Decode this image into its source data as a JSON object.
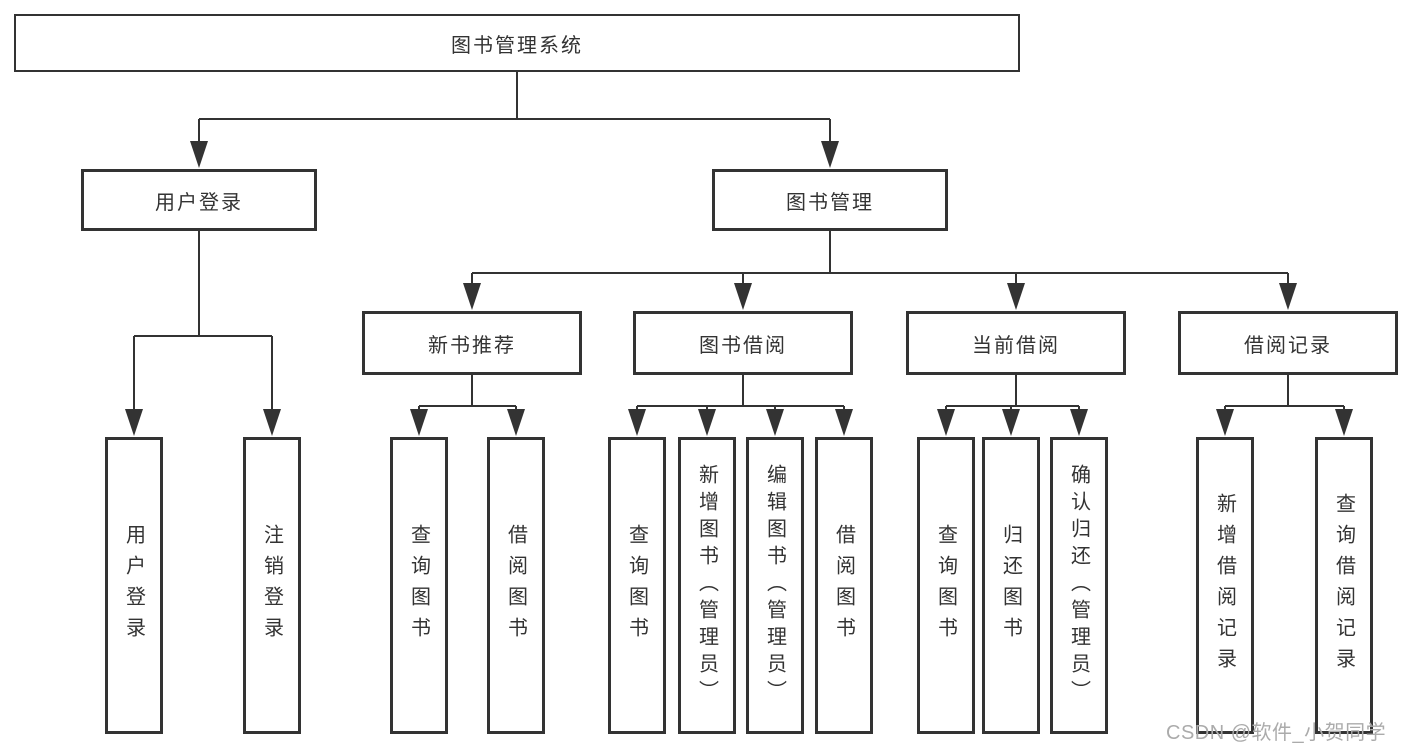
{
  "diagram": {
    "type": "hierarchy-tree",
    "title": "图书管理系统",
    "colors": {
      "background": "#ffffff",
      "box_fill": "#ffffff",
      "box_border": "#333333",
      "line": "#333333",
      "text": "#333333",
      "watermark": "#ababab"
    },
    "watermark": "CSDN @软件_小贺同学"
  },
  "tree": {
    "label": "图书管理系统",
    "children": [
      {
        "label": "用户登录",
        "children": [
          {
            "label": "用户登录"
          },
          {
            "label": "注销登录"
          }
        ]
      },
      {
        "label": "图书管理",
        "children": [
          {
            "label": "新书推荐",
            "children": [
              {
                "label": "查询图书"
              },
              {
                "label": "借阅图书"
              }
            ]
          },
          {
            "label": "图书借阅",
            "children": [
              {
                "label": "查询图书"
              },
              {
                "label": "新增图书（管理员）"
              },
              {
                "label": "编辑图书（管理员）"
              },
              {
                "label": "借阅图书"
              }
            ]
          },
          {
            "label": "当前借阅",
            "children": [
              {
                "label": "查询图书"
              },
              {
                "label": "归还图书"
              },
              {
                "label": "确认归还（管理员）"
              }
            ]
          },
          {
            "label": "借阅记录",
            "children": [
              {
                "label": "新增借阅记录"
              },
              {
                "label": "查询借阅记录"
              }
            ]
          }
        ]
      }
    ]
  }
}
